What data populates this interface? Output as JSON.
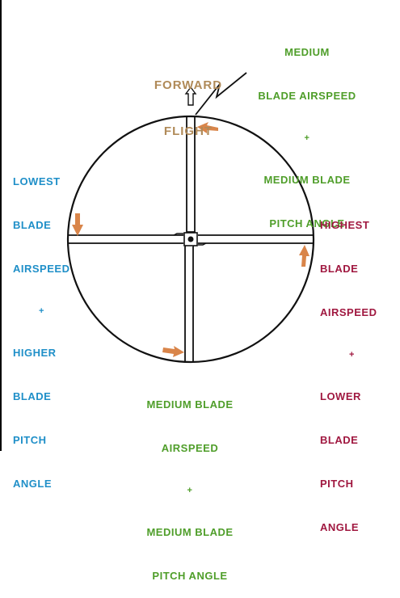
{
  "colors": {
    "forward": "#b08a58",
    "medium": "#4f9e2a",
    "lowest": "#1f8fc8",
    "highest": "#a01840",
    "arrow": "#d9854a",
    "line": "#111111"
  },
  "labels": {
    "forward": [
      "FORWARD",
      "FLIGHT"
    ],
    "top": [
      "MEDIUM",
      "BLADE AIRSPEED",
      "+",
      "MEDIUM BLADE",
      "PITCH ANGLE"
    ],
    "left": [
      "LOWEST",
      "BLADE",
      "AIRSPEED",
      "+",
      "HIGHER",
      "BLADE",
      "PITCH",
      "ANGLE"
    ],
    "right": [
      "HIGHEST",
      "BLADE",
      "AIRSPEED",
      "+",
      "LOWER",
      "BLADE",
      "PITCH",
      "ANGLE"
    ],
    "bottom": [
      "MEDIUM BLADE",
      "AIRSPEED",
      "+",
      "MEDIUM BLADE",
      "PITCH ANGLE"
    ]
  }
}
